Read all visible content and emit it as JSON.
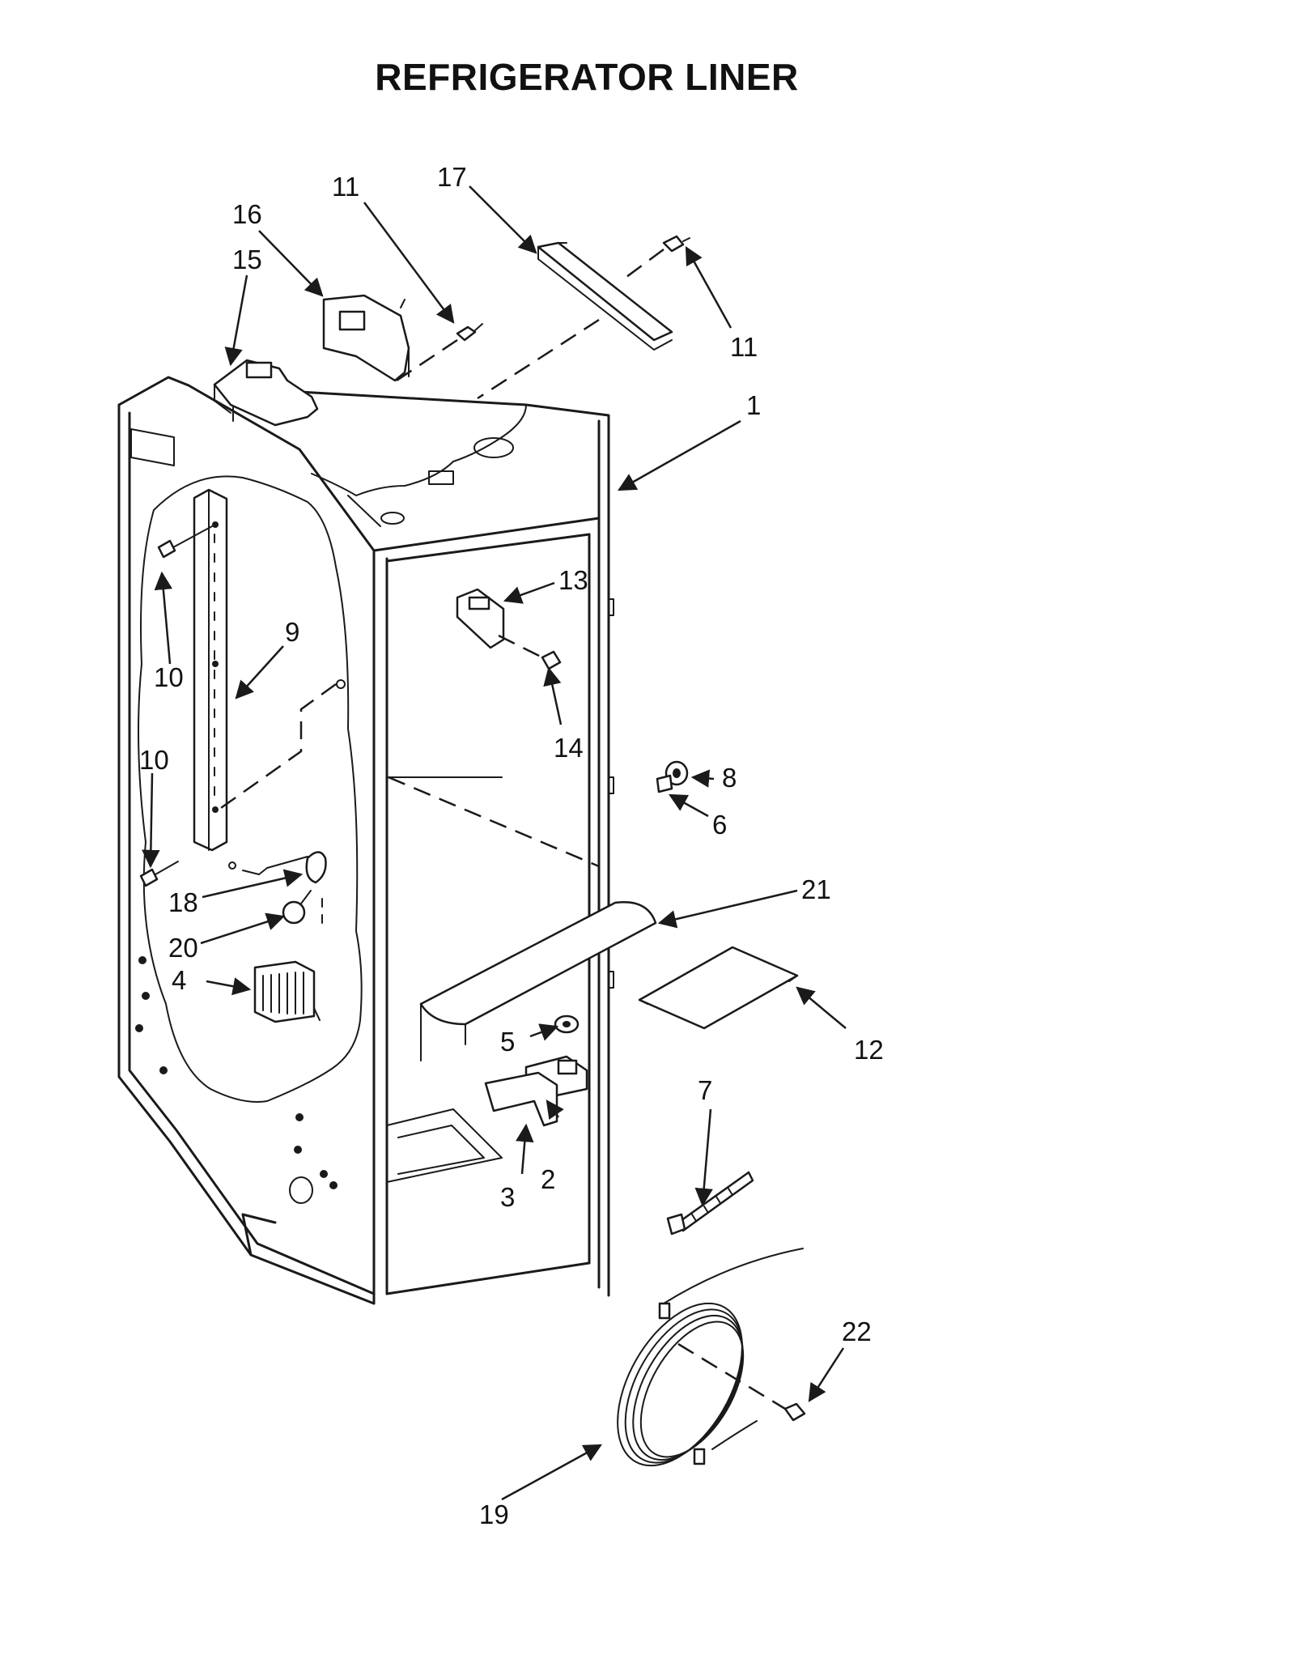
{
  "title": "REFRIGERATOR LINER",
  "callouts": [
    {
      "id": "c1",
      "label": "1"
    },
    {
      "id": "c2",
      "label": "2"
    },
    {
      "id": "c3",
      "label": "3"
    },
    {
      "id": "c4",
      "label": "4"
    },
    {
      "id": "c5",
      "label": "5"
    },
    {
      "id": "c6",
      "label": "6"
    },
    {
      "id": "c7",
      "label": "7"
    },
    {
      "id": "c8",
      "label": "8"
    },
    {
      "id": "c9",
      "label": "9"
    },
    {
      "id": "c10a",
      "label": "10"
    },
    {
      "id": "c10b",
      "label": "10"
    },
    {
      "id": "c11a",
      "label": "11"
    },
    {
      "id": "c11b",
      "label": "11"
    },
    {
      "id": "c12",
      "label": "12"
    },
    {
      "id": "c13",
      "label": "13"
    },
    {
      "id": "c14",
      "label": "14"
    },
    {
      "id": "c15",
      "label": "15"
    },
    {
      "id": "c16",
      "label": "16"
    },
    {
      "id": "c17",
      "label": "17"
    },
    {
      "id": "c18",
      "label": "18"
    },
    {
      "id": "c19",
      "label": "19"
    },
    {
      "id": "c20",
      "label": "20"
    },
    {
      "id": "c21",
      "label": "21"
    },
    {
      "id": "c22",
      "label": "22"
    }
  ]
}
